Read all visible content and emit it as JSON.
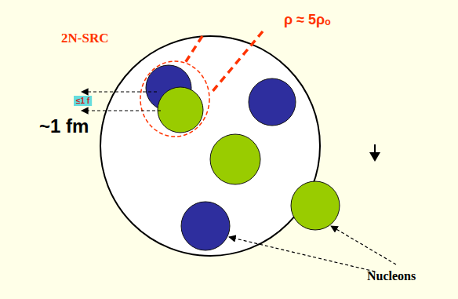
{
  "diagram": {
    "labels": [
      "2N-SRC",
      "ρ ≈ 5ρₒ",
      "≤1 f",
      "~1 fm",
      "Nucleons"
    ]
  }
}
